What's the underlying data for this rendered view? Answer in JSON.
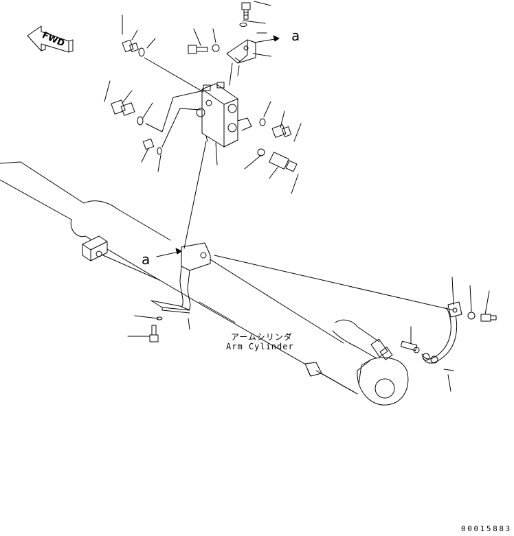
{
  "diagram": {
    "fwd_label": "FWD",
    "section_marker": "a",
    "cylinder_label_jp": "アームシリンダ",
    "cylinder_label_en": "Arm Cylinder",
    "document_number": "00015883"
  },
  "colors": {
    "ink": "#000000",
    "paper": "#ffffff"
  },
  "icons": [
    "fwd-direction-arrow-icon"
  ]
}
